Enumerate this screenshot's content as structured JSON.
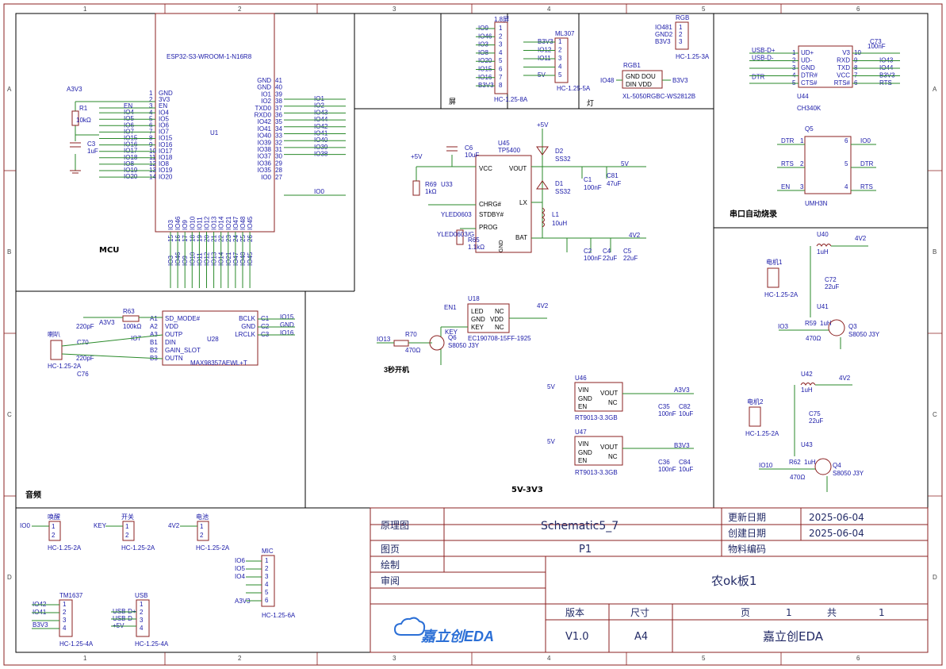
{
  "frame": {
    "col_labels": [
      "1",
      "2",
      "3",
      "4",
      "5",
      "6"
    ],
    "row_labels": [
      "A",
      "B",
      "C",
      "D"
    ]
  },
  "sections": {
    "mcu": "MCU",
    "audio": "音频",
    "screen": "屏",
    "light": "灯",
    "power": "5V-3V3",
    "serial": "串口自动烧录",
    "three_sec": "3秒开机"
  },
  "u1": {
    "name": "ESP32-S3-WROOM-1-N16R8",
    "ref": "U1",
    "left_pins": [
      "GND",
      "3V3",
      "EN",
      "IO4",
      "IO5",
      "IO6",
      "IO7",
      "IO15",
      "IO16",
      "IO17",
      "IO18",
      "IO8",
      "IO19",
      "IO20"
    ],
    "left_nums": [
      "1",
      "2",
      "3",
      "4",
      "5",
      "6",
      "7",
      "8",
      "9",
      "10",
      "11",
      "12",
      "13",
      "14"
    ],
    "right_pins": [
      "GND",
      "GND",
      "IO1",
      "IO2",
      "TXD0",
      "RXD0",
      "IO42",
      "IO41",
      "IO40",
      "IO39",
      "IO38",
      "IO37",
      "IO36",
      "IO35",
      "IO0"
    ],
    "right_nums": [
      "41",
      "40",
      "39",
      "38",
      "37",
      "36",
      "35",
      "34",
      "33",
      "32",
      "31",
      "30",
      "29",
      "28",
      "27"
    ],
    "bottom_pins": [
      "IO3",
      "IO46",
      "IO9",
      "IO10",
      "IO11",
      "IO12",
      "IO13",
      "IO14",
      "IO21",
      "IO47",
      "IO48",
      "IO45"
    ],
    "bottom_nums": [
      "15",
      "16",
      "17",
      "18",
      "19",
      "20",
      "21",
      "22",
      "23",
      "24",
      "25",
      "26"
    ],
    "left_nets": [
      "EN",
      "IO4",
      "IO5",
      "IO6",
      "IO7",
      "IO15",
      "IO16",
      "IO17",
      "IO18",
      "IO8",
      "IO19",
      "IO20"
    ],
    "right_nets": [
      "IO1",
      "IO2",
      "IO43",
      "IO44",
      "IO42",
      "IO41",
      "IO40",
      "IO39",
      "IO38"
    ],
    "io0_net": "IO0",
    "a3v3": "A3V3",
    "r1": "R1",
    "r1_val": "10kΩ",
    "c3": "C3",
    "c3_val": "1uF"
  },
  "screen": {
    "ref": "1.8屏",
    "pins": [
      "IO9",
      "IO46",
      "IO3",
      "IO8",
      "IO20",
      "IO15",
      "IO16",
      "B3V3"
    ],
    "nums": [
      "1",
      "2",
      "3",
      "4",
      "5",
      "6",
      "7",
      "8"
    ],
    "conn": "HC-1.25-8A"
  },
  "ml307": {
    "ref": "ML307",
    "pins": [
      "B3V3",
      "IO12",
      "IO11",
      "",
      "5V"
    ],
    "nums": [
      "1",
      "2",
      "3",
      "4",
      "5"
    ],
    "conn": "HC-1.25-5A"
  },
  "rgb": {
    "conn_ref": "RGB",
    "conn_pins": [
      "IO481",
      "GND2",
      "B3V3"
    ],
    "conn_name": "HC-1.25-3A",
    "led_ref": "RGB1",
    "led_pins": [
      "GND DOU",
      "DIN VDD"
    ],
    "led_name": "XL-5050RGBC-WS2812B",
    "net_in": "IO48",
    "net_vdd": "B3V3"
  },
  "ch340": {
    "ref": "U44",
    "name": "CH340K",
    "left": [
      "UD+",
      "UD-",
      "GND",
      "DTR#",
      "CTS#"
    ],
    "left_nums": [
      "1",
      "2",
      "3",
      "4",
      "5"
    ],
    "right": [
      "V3",
      "RXD",
      "TXD",
      "VCC",
      "RTS#"
    ],
    "right_nums": [
      "10",
      "9",
      "8",
      "7",
      "6"
    ],
    "nets_left": [
      "USB-D+",
      "USB-D-",
      "",
      "DTR"
    ],
    "nets_right": [
      "IO43",
      "IO44",
      "B3V3",
      "RTS"
    ],
    "c73": "C73",
    "c73_val": "100nF"
  },
  "autoprog": {
    "ref": "Q5",
    "name": "UMH3N",
    "left": [
      "DTR",
      "RTS",
      "EN"
    ],
    "right": [
      "IO0",
      "DTR",
      "RTS"
    ],
    "nums_l": [
      "1",
      "2",
      "3"
    ],
    "nums_r": [
      "6",
      "5",
      "4"
    ]
  },
  "tp5400": {
    "ref": "U45",
    "name": "TP5400",
    "pins_l": [
      "VCC",
      "CHRG#",
      "STDBY#",
      "PROG"
    ],
    "pins_r": [
      "VOUT",
      "LX",
      "BAT"
    ],
    "gnd": "GND",
    "net_5v_in": "+5V",
    "net_5v_top": "+5V",
    "net_5v_out": "5V",
    "net_4v2": "4V2",
    "c6": "C6",
    "c6_val": "10uF",
    "r69": "R69",
    "r69_val": "1kΩ",
    "u33": "U33",
    "led1": "YLED0603",
    "led2": "YLED0603/G",
    "r65": "R65",
    "r65_val": "1.1kΩ",
    "d2": "D2",
    "d2_val": "SS32",
    "d1": "D1",
    "d1_val": "SS32",
    "c1": "C1",
    "c1_val": "100nF",
    "c81": "C81",
    "c81_val": "47uF",
    "l1": "L1",
    "l1_val": "10uH",
    "c2": "C2",
    "c2_val": "100nF",
    "c4": "C4",
    "c4_val": "22uF",
    "c5": "C5",
    "c5_val": "22uF"
  },
  "key": {
    "ref": "U18",
    "name": "EC190708-15FF-1925",
    "left": [
      "LED",
      "GND",
      "KEY"
    ],
    "right": [
      "NC",
      "VDD",
      "NC"
    ],
    "net_en": "EN1",
    "net_key": "KEY",
    "net_4v2": "4V2",
    "net_io13": "IO13",
    "r70": "R70",
    "r70_val": "470Ω",
    "q6": "Q6",
    "q6_val": "S8050 J3Y"
  },
  "audio": {
    "r63": "R63",
    "r63_val": "100kΩ",
    "a3v3": "A3V3",
    "u28": "U28",
    "name": "MAX98357AEWL+T",
    "left": [
      "SD_MODE#",
      "VDD",
      "OUTP",
      "DIN",
      "GAIN_SLOT",
      "OUTN"
    ],
    "left_nums": [
      "A1",
      "A2",
      "A3",
      "B1",
      "B2",
      "B3"
    ],
    "right": [
      "BCLK",
      "GND",
      "LRCLK"
    ],
    "right_nums": [
      "C1",
      "C2",
      "C3"
    ],
    "nets_right": [
      "IO15",
      "GND",
      "IO16"
    ],
    "net_io7": "IO7",
    "c70": "C70",
    "c70_val": "220pF",
    "c76": "C76",
    "c76_val": "220pF",
    "spk": "喇叭",
    "spk_conn": "HC-1.25-2A"
  },
  "ldo1": {
    "ref": "U46",
    "name": "RT9013-3.3GB",
    "left": [
      "VIN",
      "GND",
      "EN"
    ],
    "right": [
      "VOUT",
      "NC"
    ],
    "net_in": "5V",
    "net_out": "A3V3",
    "c35": "C35",
    "c82": "C82",
    "c35_val": "100nF",
    "c82_val": "10uF"
  },
  "ldo2": {
    "ref": "U47",
    "name": "RT9013-3.3GB",
    "left": [
      "VIN",
      "GND",
      "EN"
    ],
    "right": [
      "VOUT",
      "NC"
    ],
    "net_in": "5V",
    "net_out": "B3V3",
    "c36": "C36",
    "c84": "C84",
    "c36_val": "100nF",
    "c84_val": "10uF"
  },
  "motor1": {
    "ref": "U40",
    "l_val": "1uH",
    "net": "4V2",
    "conn": "电机1",
    "conn_name": "HC-1.25-2A",
    "c72": "C72",
    "c72_val": "22uF",
    "u41": "U41",
    "r59": "R59",
    "r59_val": "470Ω",
    "r59_l": "1uH",
    "net_in": "IO3",
    "q": "Q3",
    "q_val": "S8050 J3Y"
  },
  "motor2": {
    "ref": "U42",
    "l_val": "1uH",
    "net": "4V2",
    "conn": "电机2",
    "conn_name": "HC-1.25-2A",
    "c75": "C75",
    "c75_val": "22uF",
    "u43": "U43",
    "r62": "R62",
    "r62_val": "470Ω",
    "r62_l": "1uH",
    "net_in": "IO10",
    "q": "Q4",
    "q_val": "S8050 J3Y"
  },
  "bottom_conns": [
    {
      "title": "唤醒",
      "net": "IO0",
      "name": "HC-1.25-2A"
    },
    {
      "title": "开关",
      "net": "KEY",
      "name": "HC-1.25-2A"
    },
    {
      "title": "电池",
      "net": "4V2",
      "name": "HC-1.25-2A"
    }
  ],
  "mic": {
    "title": "MIC",
    "pins": [
      "IO6",
      "IO5",
      "IO4",
      "",
      "A3V3"
    ],
    "nums": [
      "1",
      "2",
      "3",
      "4",
      "5",
      "6"
    ],
    "name": "HC-1.25-6A"
  },
  "tm1637": {
    "title": "TM1637",
    "pins": [
      "IO42",
      "IO41",
      "",
      "B3V3"
    ],
    "name": "HC-1.25-4A"
  },
  "usb": {
    "title": "USB",
    "pins": [
      "USB-D+",
      "USB-D-",
      "+5V"
    ],
    "name": "HC-1.25-4A"
  },
  "title_block": {
    "label_schem": "原理图",
    "schematic_name": "Schematic5_7",
    "label_page": "图页",
    "page_name": "P1",
    "label_draw": "绘制",
    "label_review": "审阅",
    "label_update": "更新日期",
    "update_date": "2025-06-04",
    "label_create": "创建日期",
    "create_date": "2025-06-04",
    "label_material": "物料编码",
    "board_name": "农ok板1",
    "label_version": "版本",
    "version": "V1.0",
    "label_size": "尺寸",
    "size": "A4",
    "label_page_no": "页",
    "page_no": "1",
    "label_total": "共",
    "total": "1",
    "logo_text": "嘉立创EDA",
    "company": "嘉立创EDA"
  }
}
